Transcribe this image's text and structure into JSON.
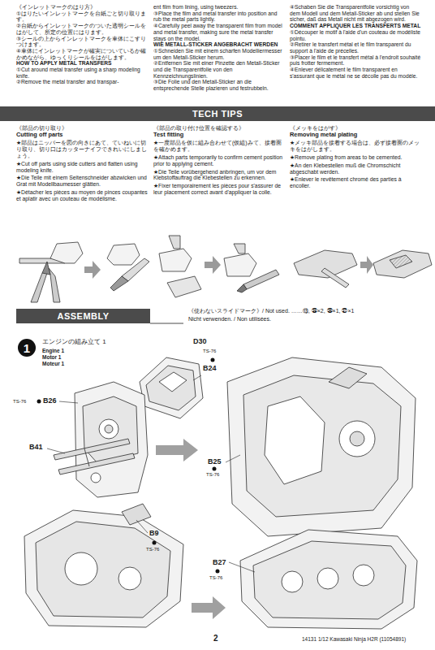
{
  "diagram": {
    "nodes": [
      {
        "text": [
          "TECH TIPS"
        ]
      },
      {
        "text": [
          "ASSEMBLY"
        ]
      },
      {
        "text": [
          "1"
        ]
      }
    ],
    "labels": [
      "《インレットマークのはり方》",
      "①はりたいインレットマークを台紙ごと切り取ります。",
      "②台紙からインレットマークのついた透明シールをはがして、所定の位置にはります。",
      "③シールの上からインレットマークを車体にこすりつけます。",
      "④車体にインレットマークが確実についているか確かめながら、ゆっくりシールをはがします。",
      "HOW TO APPLY METAL TRANSFERS",
      "①Cut around metal transfer using a sharp modeling knife.",
      "②Remove the metal transfer and transpar-",
      "ent film from lining, using tweezers.",
      "③Place the film and metal transfer into position and rub the metal parts lightly.",
      "④Carefully peel away the transparent film from model and metal transfer, making sure the metal transfer stays on the model.",
      "WIE METALL-STICKER ANGEBRACHT WERDEN",
      "①Schneiden Sie mit einem scharfen Modelliermesser um den Metall-Sticker herum.",
      "②Entfernen Sie mit einer Pinzette den Metall-Sticker und die Transparentfolie von den Kennzeichnungslinien.",
      "③Die Folie und den Metall-Sticker an die entsprechende Stelle plazieren und festrubbeln.",
      "④Schaben Sie die Transparentfolie vorsichtig von dem Modell und dem Metall-Sticker ab und stellen Sie sicher, daß das Metall nicht mit abgezogen wird.",
      "COMMENT APPLIQUER LES TRANSFERTS METAL",
      "①Découper le motif à l'aide d'un couteau de modéliste pointu.",
      "②Retirer le transfert métal et le film transparent du support à l'aide de précelles.",
      "③Placer le film et le transfert métal à l'endroit souhaité puis frotter fermement.",
      "④Enlever délicatement le film transparent en s'assurant que le métal ne se décolle pas du modèle.",
      "《部品の切り取り》",
      "Cutting off parts",
      "★部品はニッパーを図の向きにあて、ていねいに切り取り、切り口はカッターナイフできれいにしましょう。",
      "★Cut off parts using side cutters and flatten using modeling knife.",
      "★Die Teile mit einem Seitenschneider abzwicken und Grat mit Modellbaumesser glätten.",
      "★Détacher les pièces au moyen de pinces coupantes et aplatir avec un couteau de modélisme.",
      "《部品の取り付け位置を確認する》",
      "Test fitting",
      "★一度部品を仮に組み合わせて(仮組)みて、接着面を確かめます。",
      "★Attach parts temporarily to confirm cement position prior to applying cement.",
      "★Die Teile vorübergehend anbringen, um vor dem Klebstoffauftrag die Klebestellen zu erkennen.",
      "★Fixer temporairement les pièces pour s'assurer de leur placement correct avant d'appliquer la colle.",
      "《メッキをはがす》",
      "Removing metal plating",
      "★メッキ部品を接着する場合は、必ず接着面のメッキをはがします。",
      "★Remove plating from areas to be cemented.",
      "★An den Klebestellen muß die Chromschicht abgeschabt werden.",
      "★Enlever le revêtement chromé des parties à encoller.",
      "《使わないスライドマーク》/ Not used. ……⑬, ㉟×2, ㊱×1, ㊲×1",
      "Nicht verwenden. / Non utilisées.",
      "エンジンの組み立て 1",
      "Engine 1",
      "Motor 1",
      "Moteur 1",
      "D30",
      "TS-76",
      "B24",
      "TS-76",
      "B26",
      "B41",
      "B25",
      "TS-76",
      "B9",
      "TS-76",
      "B27",
      "TS-76",
      "2",
      "14131 1/12 Kawasaki Ninja H2R (11054891)"
    ]
  }
}
